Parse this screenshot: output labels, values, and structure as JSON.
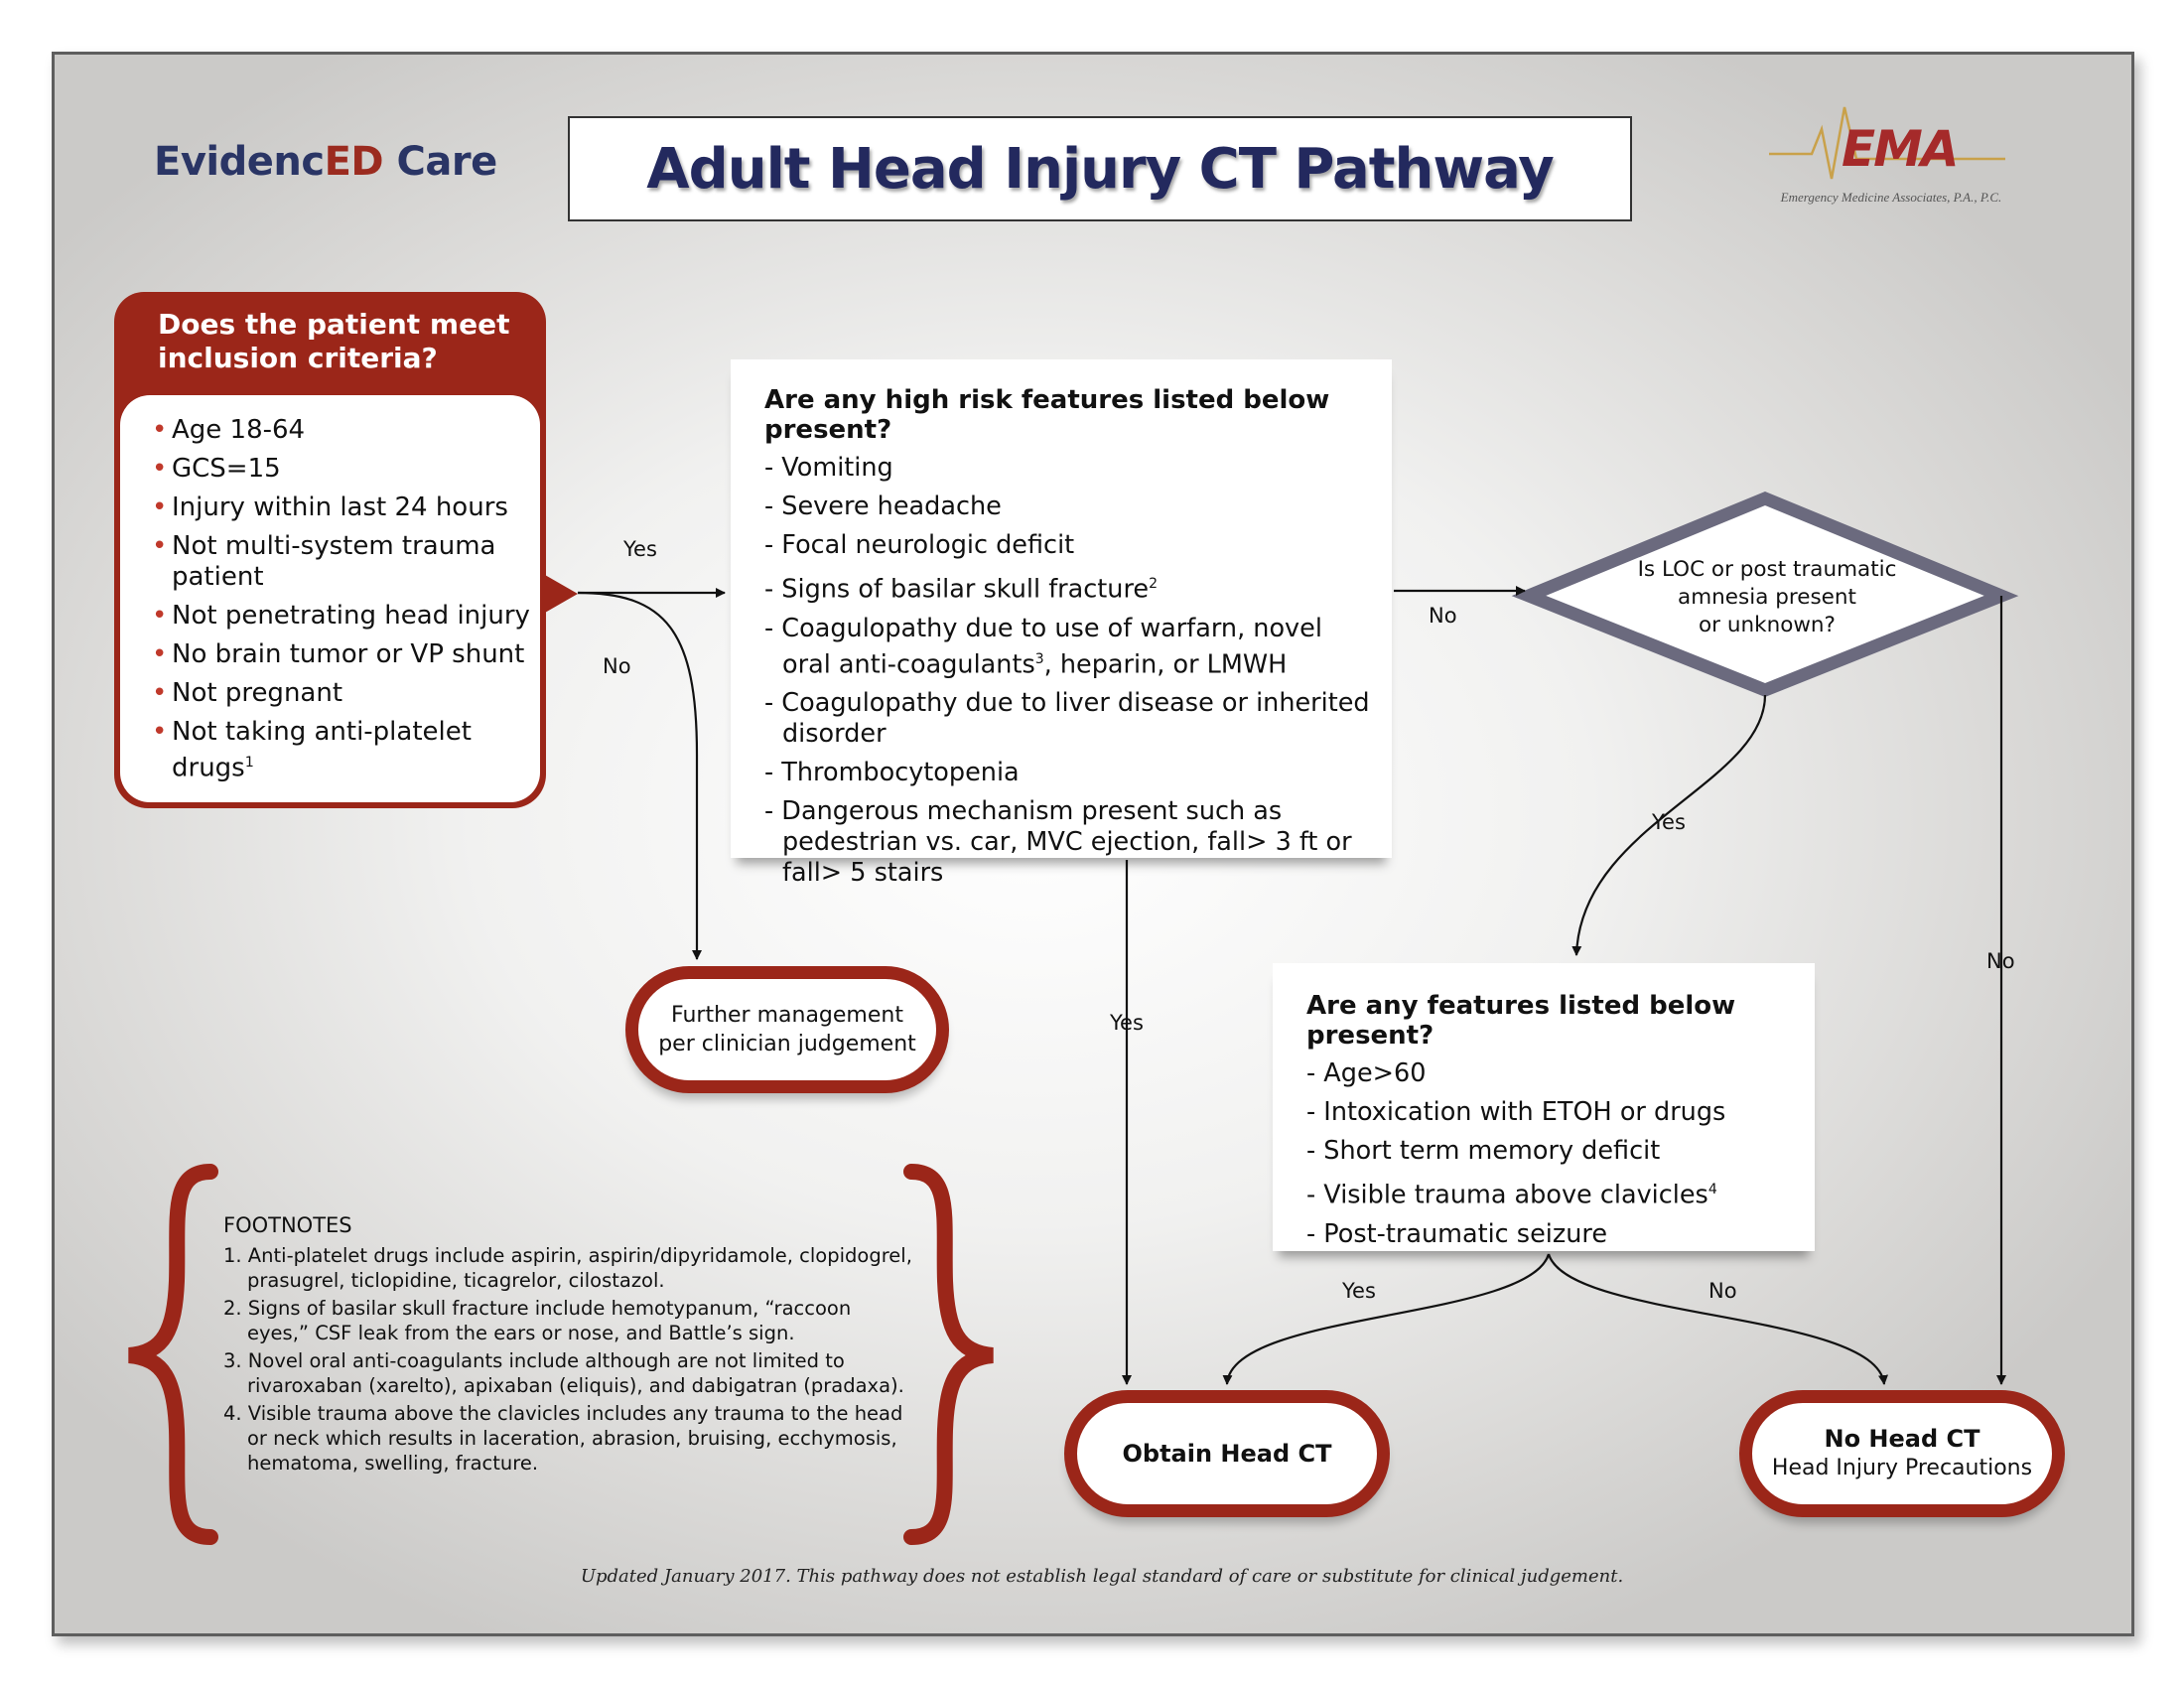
{
  "brand": {
    "part1": "Evidenc",
    "part2": "ED",
    "part3": " Care"
  },
  "title": "Adult Head Injury CT Pathway",
  "logo": {
    "text": "EMA",
    "subtitle": "Emergency Medicine Associates, P.A., P.C."
  },
  "inclusion": {
    "question_line1": "Does the patient meet",
    "question_line2": "inclusion criteria?",
    "items": [
      "Age 18-64",
      "GCS=15",
      "Injury within last 24 hours",
      "Not multi-system trauma patient",
      "Not penetrating head injury",
      "No brain tumor or VP shunt",
      "Not pregnant",
      "Not taking anti-platelet drugs"
    ],
    "item8_sup": "1"
  },
  "high_risk": {
    "question": "Are any high risk features listed below present?",
    "items": [
      "- Vomiting",
      "- Severe headache",
      "- Focal neurologic deficit",
      "- Signs of basilar skull fracture",
      "- Coagulopathy due to use of warfarn, novel oral anti-coagulants",
      "- Coagulopathy due to liver disease or inherited disorder",
      "- Thrombocytopenia",
      "- Dangerous mechanism present such as pedestrian vs. car, MVC ejection, fall> 3 ft or fall> 5 stairs"
    ],
    "item4_sup": "2",
    "item5_sup": "3",
    "item5_tail": ", heparin, or LMWH"
  },
  "loc_question": {
    "line1": "Is LOC or post traumatic",
    "line2": "amnesia present",
    "line3": "or unknown?"
  },
  "features": {
    "question": "Are any features listed below present?",
    "items": [
      "- Age>60",
      "- Intoxication with ETOH or drugs",
      "- Short term memory deficit",
      "- Visible trauma above clavicles",
      "- Post-traumatic seizure"
    ],
    "item4_sup": "4"
  },
  "terminals": {
    "further_line1": "Further management",
    "further_line2": "per clinician judgement",
    "obtain": "Obtain Head CT",
    "nohead_line1": "No Head CT",
    "nohead_line2": "Head Injury Precautions"
  },
  "labels": {
    "yes": "Yes",
    "no": "No"
  },
  "footnotes": {
    "heading": "FOOTNOTES",
    "items": [
      "1. Anti-platelet drugs include aspirin, aspirin/dipyridamole, clopidogrel, prasugrel, ticlopidine, ticagrelor, cilostazol.",
      "2. Signs of basilar skull fracture include hemotypanum, “raccoon eyes,” CSF leak from the ears or nose, and Battle’s sign.",
      "3. Novel oral anti-coagulants include although are not limited to rivaroxaban (xarelto), apixaban (eliquis), and dabigatran (pradaxa).",
      "4. Visible trauma above the clavicles includes any trauma to the head or neck which results in laceration, abrasion, bruising, ecchymosis, hematoma, swelling, fracture."
    ]
  },
  "disclaimer": "Updated January 2017. This pathway does not establish legal standard of care or substitute for clinical judgement.",
  "colors": {
    "brand_blue": "#2a3565",
    "accent_red": "#9b2619",
    "diamond_border": "#6b6a7e"
  }
}
